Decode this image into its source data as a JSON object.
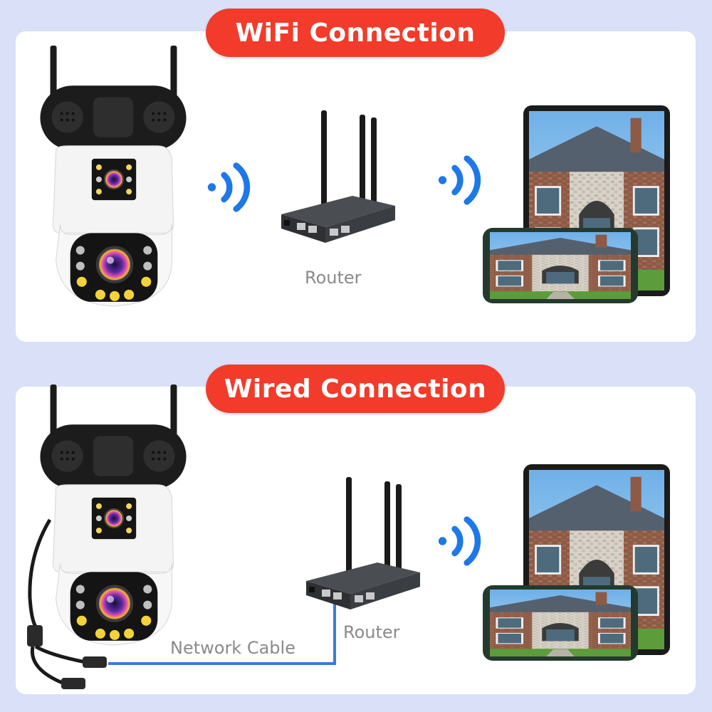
{
  "sections": [
    {
      "title": "WiFi Connection",
      "router_label": "Router"
    },
    {
      "title": "Wired Connection",
      "router_label": "Router",
      "cable_label": "Network Cable"
    }
  ],
  "colors": {
    "accent": "#f23b2a",
    "signal": "#1e78e8",
    "cable": "#3a7bd5",
    "background": "#d9e0f7"
  },
  "icons": [
    "security-camera-icon",
    "wifi-signal-icon",
    "router-icon",
    "tablet-icon",
    "phone-icon"
  ]
}
